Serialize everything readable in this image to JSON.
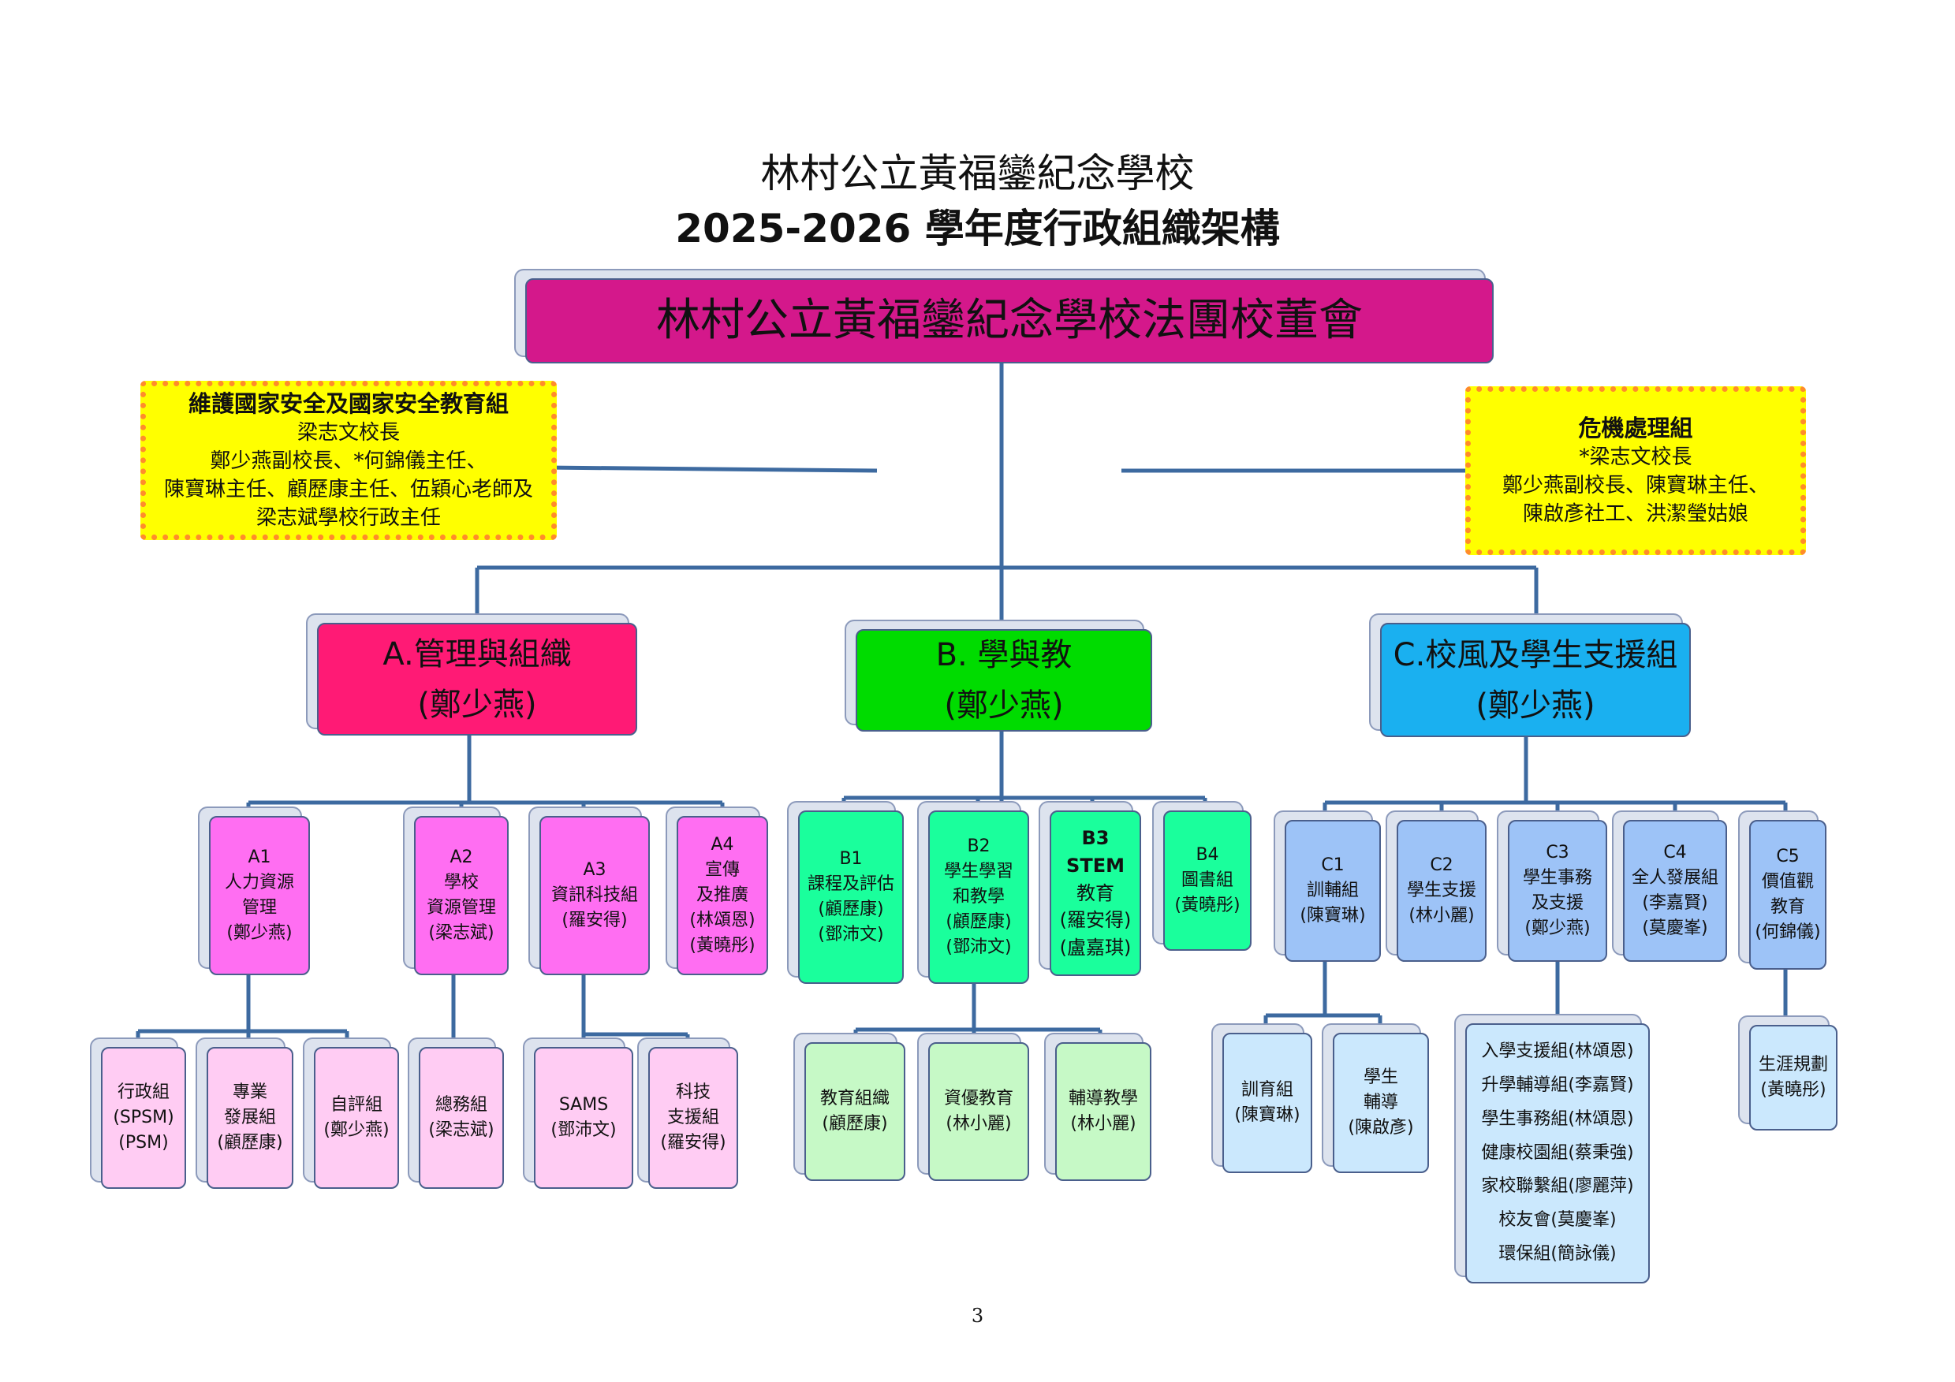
{
  "title": {
    "line1": "林村公立黃福鑾紀念學校",
    "line2": "2025-2026 學年度行政組織架構"
  },
  "board": "林村公立黃福鑾紀念學校法團校董會",
  "notes": {
    "national_security": {
      "title": "維護國家安全及國家安全教育組",
      "lines": [
        "梁志文校長",
        "鄭少燕副校長、*何錦儀主任、",
        "陳寶琳主任、顧歷康主任、伍穎心老師及",
        "梁志斌學校行政主任"
      ]
    },
    "crisis": {
      "title": "危機處理組",
      "lines": [
        "*梁志文校長",
        "鄭少燕副校長、陳寶琳主任、",
        "陳啟彥社工、洪潔瑩姑娘"
      ]
    }
  },
  "colors": {
    "board": "#d4188b",
    "a_main": "#ff1a75",
    "a_sub": "#ff6ef2",
    "a_leaf": "#ffccf3",
    "b_main": "#00dc00",
    "b_sub": "#1aff9c",
    "b_leaf": "#c6f9c6",
    "c_main": "#1ab0f0",
    "c_sub": "#9dc3f7",
    "c_leaf": "#cbe8fd",
    "note_bg": "#ffff00",
    "note_border": "#ff8c2a",
    "line": "#3d6aa0"
  },
  "divisions": {
    "a": {
      "name": "A.管理與組織",
      "head": "(鄭少燕)",
      "subs": [
        {
          "lines": [
            "A1",
            "人力資源",
            "管理",
            "(鄭少燕)"
          ]
        },
        {
          "lines": [
            "A2",
            "學校",
            "資源管理",
            "(梁志斌)"
          ]
        },
        {
          "lines": [
            "A3",
            "資訊科技組",
            "(羅安得)"
          ]
        },
        {
          "lines": [
            "A4",
            "宣傳",
            "及推廣",
            "(林頌恩)",
            "(黃曉彤)"
          ]
        }
      ],
      "leaves": [
        {
          "lines": [
            "行政組",
            "(SPSM)",
            "(PSM)"
          ]
        },
        {
          "lines": [
            "專業",
            "發展組",
            "(顧歷康)"
          ]
        },
        {
          "lines": [
            "自評組",
            "(鄭少燕)"
          ]
        },
        {
          "lines": [
            "總務組",
            "(梁志斌)"
          ]
        },
        {
          "lines": [
            "SAMS",
            "(鄧沛文)"
          ]
        },
        {
          "lines": [
            "科技",
            "支援組",
            "(羅安得)"
          ]
        }
      ]
    },
    "b": {
      "name": "B. 學與教",
      "head": "(鄭少燕)",
      "subs": [
        {
          "lines": [
            "B1",
            "課程及評估",
            "(顧歷康)",
            "(鄧沛文)"
          ]
        },
        {
          "lines": [
            "B2",
            "學生學習",
            "和教學",
            "(顧歷康)",
            "(鄧沛文)"
          ]
        },
        {
          "lines": [
            "B3",
            "STEM",
            "教育",
            "(羅安得)",
            "(盧嘉琪)"
          ]
        },
        {
          "lines": [
            "B4",
            "圖書組",
            "(黃曉彤)"
          ]
        }
      ],
      "leaves": [
        {
          "lines": [
            "教育組織",
            "(顧歷康)"
          ]
        },
        {
          "lines": [
            "資優教育",
            "(林小麗)"
          ]
        },
        {
          "lines": [
            "輔導教學",
            "(林小麗)"
          ]
        }
      ]
    },
    "c": {
      "name": "C.校風及學生支援組",
      "head": "(鄭少燕)",
      "subs": [
        {
          "lines": [
            "C1",
            "訓輔組",
            "(陳寶琳)"
          ]
        },
        {
          "lines": [
            "C2",
            "學生支援",
            "(林小麗)"
          ]
        },
        {
          "lines": [
            "C3",
            "學生事務",
            "及支援",
            "(鄭少燕)"
          ]
        },
        {
          "lines": [
            "C4",
            "全人發展組",
            "(李嘉賢)",
            "(莫慶峯)"
          ]
        },
        {
          "lines": [
            "C5",
            "價值觀",
            "教育",
            "(何錦儀)"
          ]
        }
      ],
      "leaves": [
        {
          "lines": [
            "訓育組",
            "(陳寶琳)"
          ]
        },
        {
          "lines": [
            "學生",
            "輔導",
            "(陳啟彥)"
          ]
        }
      ],
      "c3_list": [
        "入學支援組(林頌恩)",
        "升學輔導組(李嘉賢)",
        "學生事務組(林頌恩)",
        "健康校園組(蔡秉強)",
        "家校聯繫組(廖麗萍)",
        "校友會(莫慶峯)",
        "環保組(簡詠儀)"
      ],
      "c5_leaf": {
        "lines": [
          "生涯規劃",
          "(黃曉彤)"
        ]
      }
    }
  },
  "page_number": "3"
}
